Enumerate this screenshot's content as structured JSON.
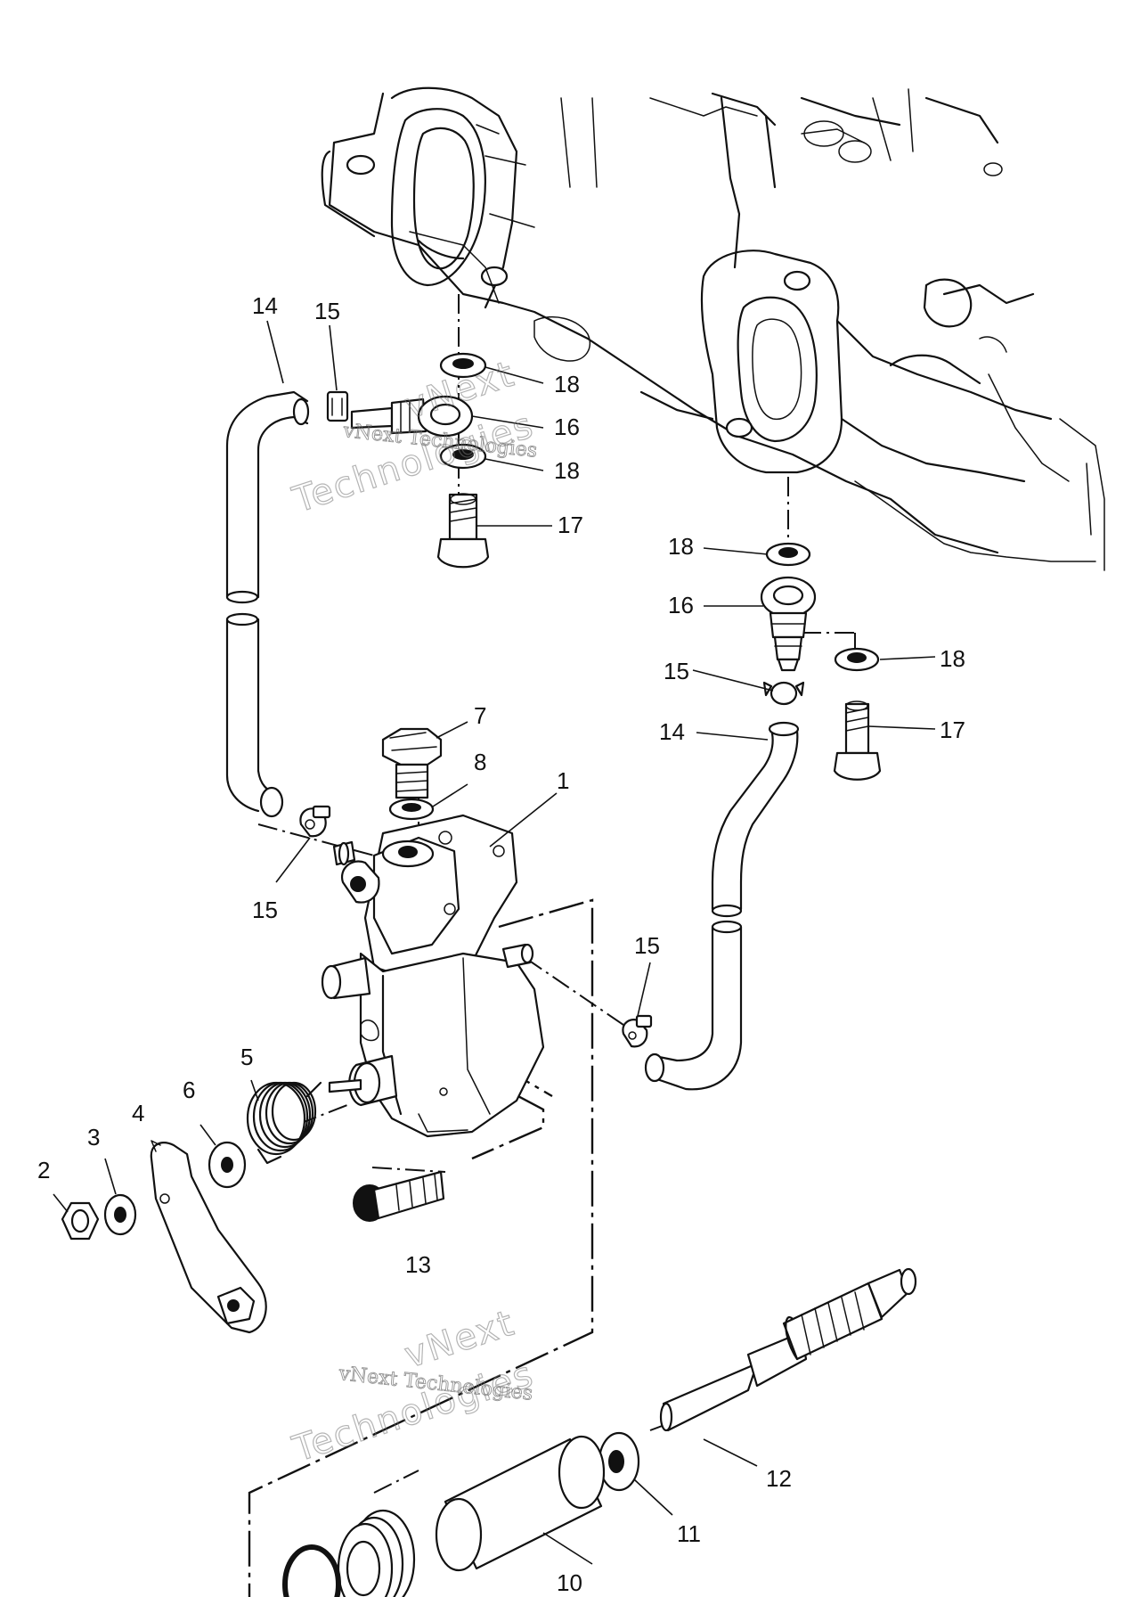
{
  "callouts": {
    "c1": "1",
    "c2": "2",
    "c3": "3",
    "c4": "4",
    "c5": "5",
    "c6": "6",
    "c7": "7",
    "c8": "8",
    "c10": "10",
    "c11": "11",
    "c12": "12",
    "c13": "13",
    "c14a": "14",
    "c14b": "14",
    "c15a": "15",
    "c15b": "15",
    "c15c": "15",
    "c15d": "15",
    "c16a": "16",
    "c16b": "16",
    "c17a": "17",
    "c17b": "17",
    "c18a": "18",
    "c18b": "18",
    "c18c": "18",
    "c18d": "18"
  },
  "watermark": {
    "line1": "vNext Technologies",
    "line2a": "vNext",
    "line2b": "Technologies"
  }
}
